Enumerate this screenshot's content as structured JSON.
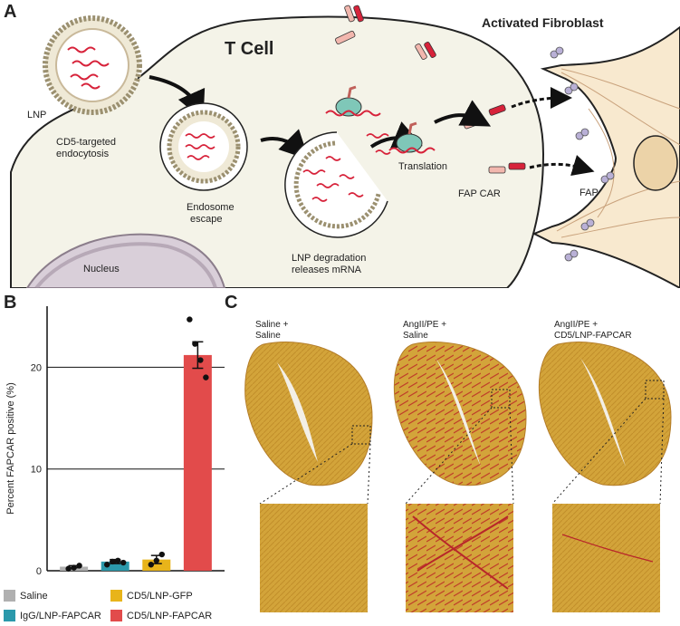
{
  "panels": {
    "a": "A",
    "b": "B",
    "c": "C"
  },
  "diagram": {
    "cell_title": "T Cell",
    "fibroblast_title": "Activated Fibroblast",
    "lnp": "LNP",
    "endocytosis": [
      "CD5-targeted",
      "endocytosis"
    ],
    "escape": [
      "Endosome",
      "escape"
    ],
    "degradation": [
      "LNP degradation",
      "releases mRNA"
    ],
    "translation": "Translation",
    "fap_car": "FAP CAR",
    "fap": "FAP",
    "nucleus": "Nucleus"
  },
  "chart_data": {
    "type": "bar",
    "ylabel": "Percent FAPCAR positive (%)",
    "ylim": [
      0,
      26
    ],
    "yticks": [
      0,
      10,
      20
    ],
    "grid": true,
    "categories": [
      "Saline",
      "IgG/LNP-FAPCAR",
      "CD5/LNP-GFP",
      "CD5/LNP-FAPCAR"
    ],
    "values": [
      0.4,
      0.9,
      1.1,
      21.2
    ],
    "errors": [
      0.1,
      0.2,
      0.4,
      1.3
    ],
    "points": [
      [
        0.2,
        0.3,
        0.5
      ],
      [
        0.6,
        0.9,
        1.0,
        0.8
      ],
      [
        0.6,
        1.0,
        1.6
      ],
      [
        24.7,
        22.3,
        20.7,
        19.0
      ]
    ],
    "colors": [
      "#b0b0b0",
      "#2b99ab",
      "#e8b41a",
      "#e24b4b"
    ],
    "legend": [
      {
        "label": "Saline",
        "color": "#b0b0b0"
      },
      {
        "label": "CD5/LNP-GFP",
        "color": "#e8b41a"
      },
      {
        "label": "IgG/LNP-FAPCAR",
        "color": "#2b99ab"
      },
      {
        "label": "CD5/LNP-FAPCAR",
        "color": "#e24b4b"
      }
    ]
  },
  "histology": {
    "labels": [
      "Saline +\nSaline",
      "AngII/PE +\nSaline",
      "AngII/PE +\nCD5/LNP-FAPCAR"
    ]
  }
}
